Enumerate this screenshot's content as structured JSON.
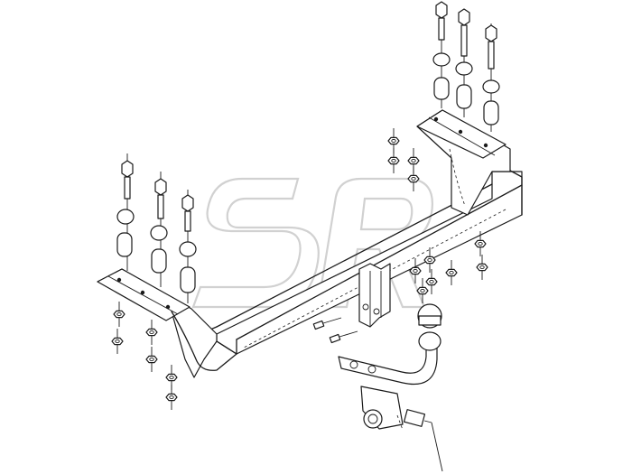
{
  "watermark": {
    "text": "SR",
    "color": "#c9c9c9"
  },
  "colors": {
    "line": "#1a1a1a",
    "background": "#ffffff"
  },
  "parts": {
    "bolt_names": [
      "bolt-left-1",
      "bolt-left-2",
      "bolt-left-3",
      "bolt-right-1",
      "bolt-right-2",
      "bolt-right-3"
    ],
    "assembly": "tow-bar-exploded-view"
  }
}
